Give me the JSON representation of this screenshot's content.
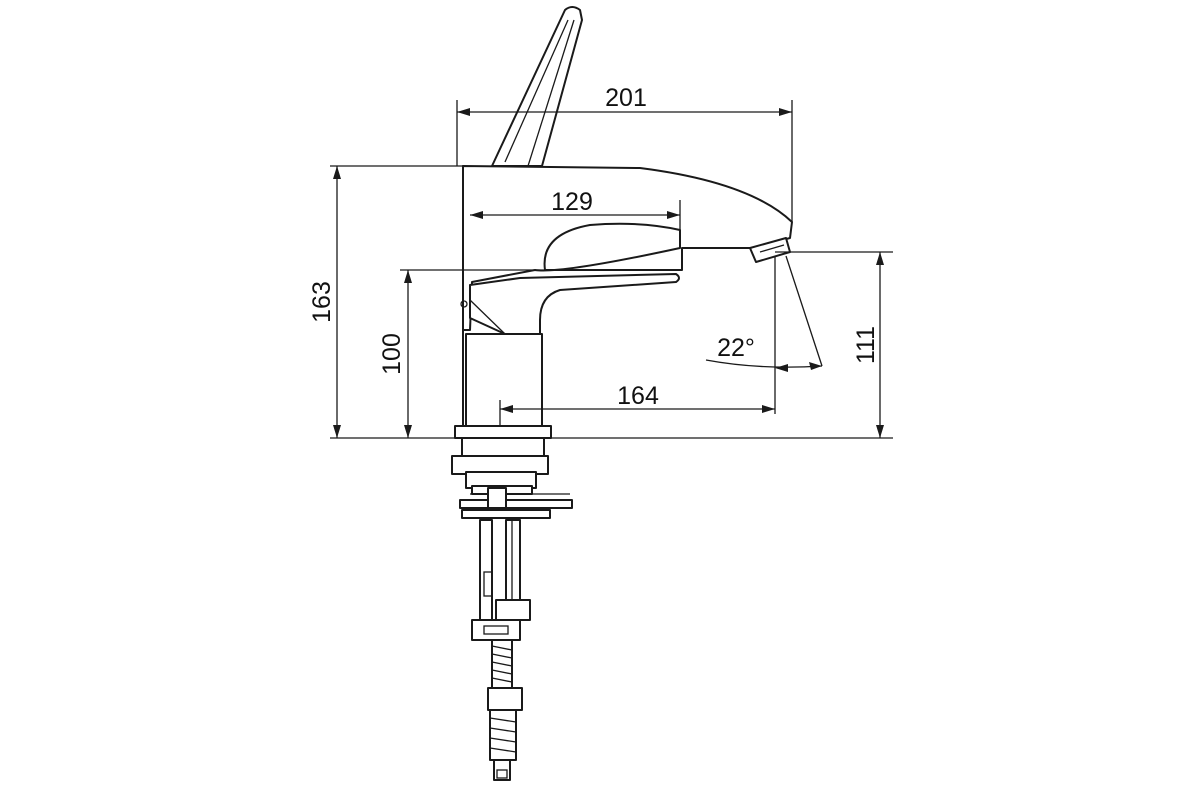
{
  "drawing": {
    "dimensions": {
      "overall_length": "201",
      "handle_reach": "129",
      "overall_height": "163",
      "spout_height": "100",
      "outlet_height": "111",
      "projection": "164",
      "spray_angle": "22°"
    }
  }
}
